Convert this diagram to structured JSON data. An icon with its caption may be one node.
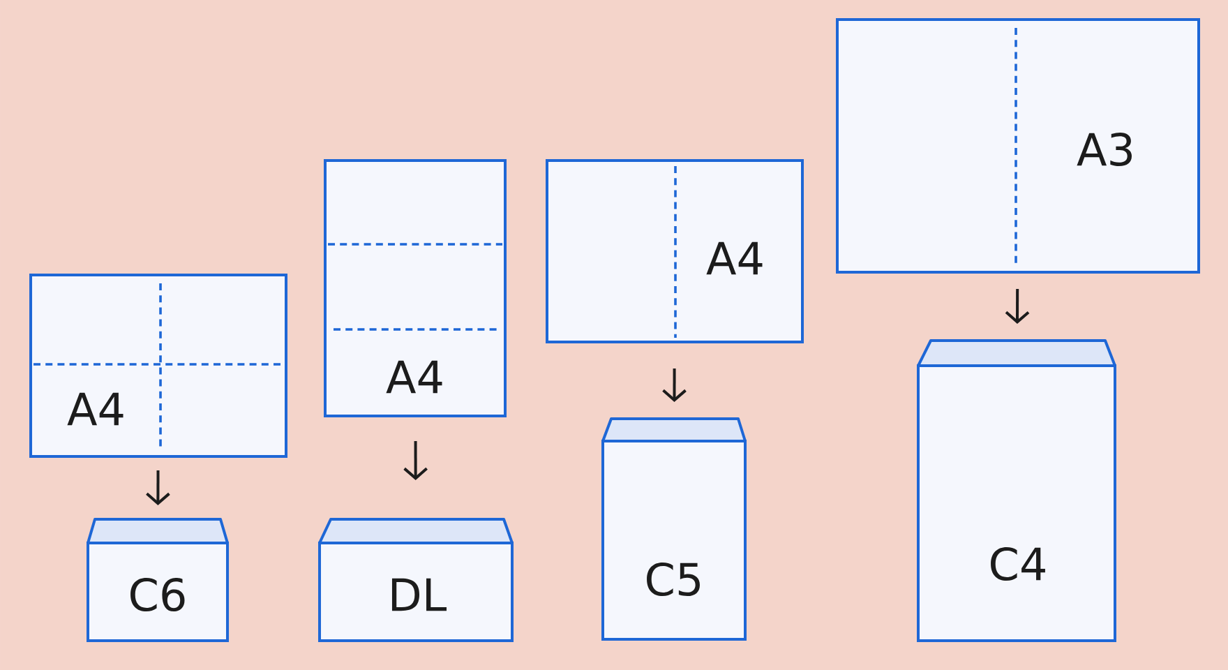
{
  "diagram": {
    "nodes": [
      {
        "text": [
          "A4"
        ]
      },
      {
        "text": [
          "C6"
        ]
      },
      {
        "text": [
          "A4"
        ]
      },
      {
        "text": [
          "DL"
        ]
      },
      {
        "text": [
          "A4"
        ]
      },
      {
        "text": [
          "C5"
        ]
      },
      {
        "text": [
          "A3"
        ]
      },
      {
        "text": [
          "C4"
        ]
      }
    ],
    "edges": [
      {
        "from": 0,
        "to": 1,
        "arrow": "to"
      },
      {
        "from": 2,
        "to": 3,
        "arrow": "to"
      },
      {
        "from": 4,
        "to": 5,
        "arrow": "to"
      },
      {
        "from": 6,
        "to": 7,
        "arrow": "to"
      }
    ]
  }
}
